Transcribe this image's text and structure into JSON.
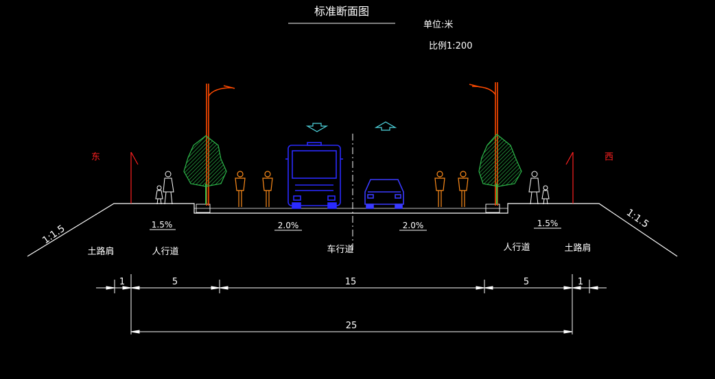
{
  "drawing": {
    "title": "标准断面图",
    "unit_label": "单位:米",
    "scale_label": "比例1:200",
    "direction_left": "东",
    "direction_right": "西"
  },
  "slopes": {
    "side_slope_left": "1:1.5",
    "side_slope_right": "1:1.5",
    "sidewalk_left": "1.5%",
    "carriageway_left": "2.0%",
    "carriageway_right": "2.0%",
    "sidewalk_right": "1.5%"
  },
  "zones": {
    "shoulder_left": "土路肩",
    "sidewalk_left": "人行道",
    "carriageway": "车行道",
    "sidewalk_right": "人行道",
    "shoulder_right": "土路肩"
  },
  "dimensions": {
    "shoulder_left": "1",
    "sidewalk_left": "5",
    "carriageway": "15",
    "sidewalk_right": "5",
    "shoulder_right": "1",
    "total": "25"
  },
  "colors": {
    "background": "#000000",
    "line": "#ffffff",
    "streetlight": "#ff4a00",
    "tree": "#2db84a",
    "bus": "#2a2aff",
    "car": "#3a3aff",
    "cyclist": "#ff8c1a",
    "arrow": "#4fd6e0",
    "direction_text": "#ff2020"
  }
}
